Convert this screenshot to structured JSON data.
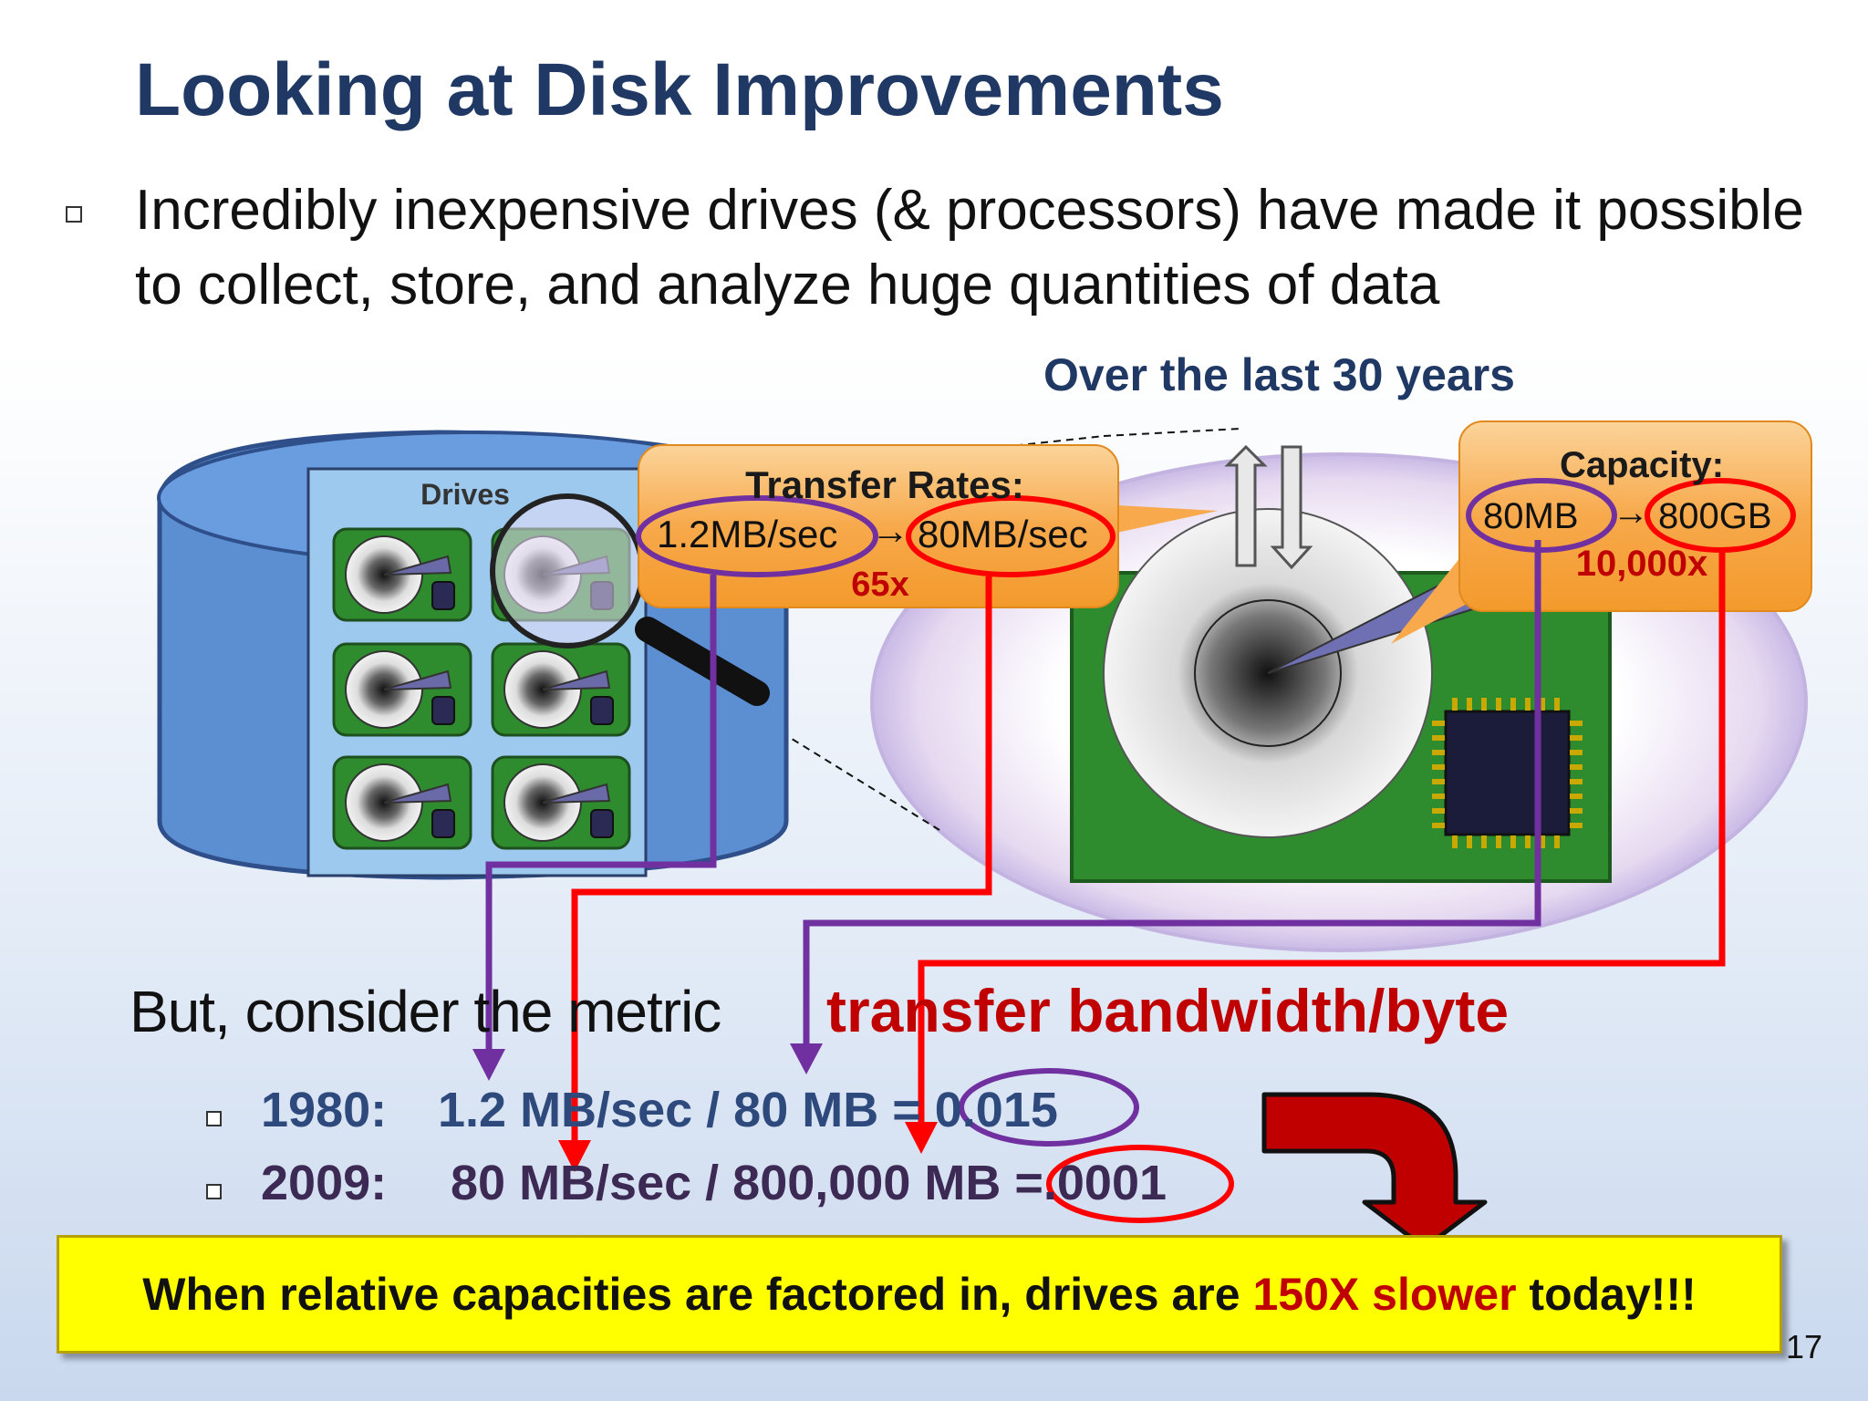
{
  "slide": {
    "title": "Looking at Disk Improvements",
    "bullet": "Incredibly inexpensive drives (& processors) have made it possible to collect, store, and analyze huge quantities of data",
    "period_label": "Over the last 30 years",
    "drives_label": "Drives",
    "transfer": {
      "title": "Transfer Rates:",
      "old": "1.2MB/sec",
      "arrow": "→",
      "new": "80MB/sec",
      "factor": "65x"
    },
    "capacity": {
      "title": "Capacity:",
      "old": "80MB",
      "arrow": "→",
      "new": "800GB",
      "factor": "10,000x"
    },
    "metric": {
      "lead": "But, consider the metric",
      "name": "transfer bandwidth/byte"
    },
    "rows": [
      {
        "year": "1980:",
        "calc": "1.2 MB/sec / 80 MB  = 0.015"
      },
      {
        "year": "2009:",
        "calc": "80 MB/sec / 800,000 MB =.0001"
      }
    ],
    "conclusion": {
      "before": "When relative capacities are factored in, drives are ",
      "highlight": "150X slower",
      "after": " today!!!"
    },
    "page_number": "17"
  },
  "colors": {
    "title": "#1f3864",
    "accent_red": "#c00000",
    "purple": "#7030a0",
    "bright_red": "#ff0000",
    "banner": "#ffff00",
    "callout": "#f9b45c"
  },
  "icons": [
    "checkbox-bullet-icon",
    "drive-icon",
    "magnifier-icon",
    "up-down-arrow-icon",
    "chip-icon",
    "curved-arrow-icon"
  ]
}
